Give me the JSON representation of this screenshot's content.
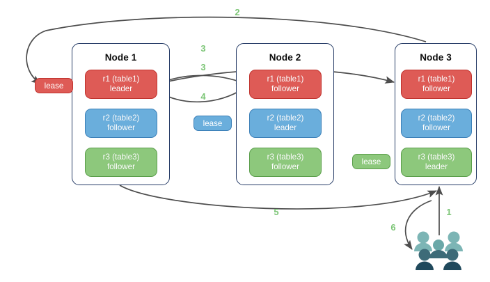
{
  "diagram": {
    "title": "Distributed lease / raft replica diagram",
    "colors": {
      "red_fill": "#de5b56",
      "red_border": "#c0322d",
      "blue_fill": "#6aaedc",
      "blue_border": "#3c80b8",
      "green_fill": "#8dc87c",
      "green_border": "#5a9e4a",
      "node_border": "#253b66",
      "arrow": "#4d4d4d",
      "step_label": "#7cc576",
      "users_light": "#7cb5b5",
      "users_dark": "#3d6b78"
    }
  },
  "nodes": [
    {
      "title": "Node 1",
      "replicas": [
        {
          "name": "r1 (table1)",
          "role": "leader",
          "color": "red"
        },
        {
          "name": "r2 (table2)",
          "role": "follower",
          "color": "blue"
        },
        {
          "name": "r3 (table3)",
          "role": "follower",
          "color": "green"
        }
      ]
    },
    {
      "title": "Node 2",
      "replicas": [
        {
          "name": "r1 (table1)",
          "role": "follower",
          "color": "red"
        },
        {
          "name": "r2 (table2)",
          "role": "leader",
          "color": "blue"
        },
        {
          "name": "r3 (table3)",
          "role": "follower",
          "color": "green"
        }
      ]
    },
    {
      "title": "Node 3",
      "replicas": [
        {
          "name": "r1 (table1)",
          "role": "follower",
          "color": "red"
        },
        {
          "name": "r2 (table2)",
          "role": "follower",
          "color": "blue"
        },
        {
          "name": "r3 (table3)",
          "role": "leader",
          "color": "green"
        }
      ]
    }
  ],
  "leases": [
    {
      "label": "lease",
      "color": "red"
    },
    {
      "label": "lease",
      "color": "blue"
    },
    {
      "label": "lease",
      "color": "green"
    }
  ],
  "steps": [
    {
      "label": "1"
    },
    {
      "label": "2"
    },
    {
      "label": "3"
    },
    {
      "label": "3"
    },
    {
      "label": "4"
    },
    {
      "label": "5"
    },
    {
      "label": "6"
    }
  ],
  "actors": {
    "icon": "users-icon",
    "people_count": 6
  }
}
